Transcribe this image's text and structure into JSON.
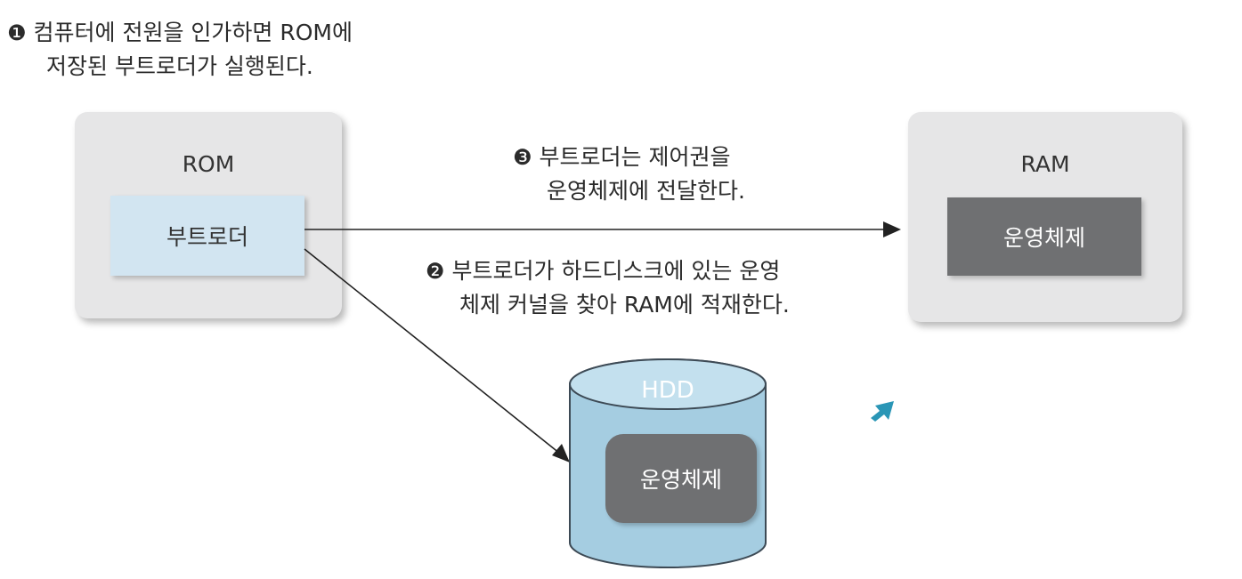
{
  "steps": {
    "step1": {
      "marker": "❶",
      "line1": "컴퓨터에 전원을 인가하면 ROM에",
      "line2": "저장된 부트로더가 실행된다."
    },
    "step3": {
      "marker": "❸",
      "line1": "부트로더는 제어권을",
      "line2": "운영체제에 전달한다."
    },
    "step2": {
      "marker": "❷",
      "line1": "부트로더가 하드디스크에 있는 운영",
      "line2": "체제 커널을 찾아 RAM에 적재한다."
    }
  },
  "rom": {
    "title": "ROM",
    "bootloader_label": "부트로더"
  },
  "ram": {
    "title": "RAM",
    "os_label": "운영체제"
  },
  "hdd": {
    "title": "HDD",
    "os_label": "운영체제"
  },
  "colors": {
    "panel_bg": "#e6e6e7",
    "bootloader_bg": "#d2e5f1",
    "os_bg": "#6f7072",
    "hdd_body": "#a5cde1",
    "hdd_top": "#c3e0ee",
    "hdd_stroke": "#3d4a55",
    "accent_arrow": "#2a96b6"
  },
  "icons": {
    "accent_arrow": "teal-diagonal-arrow-icon"
  }
}
